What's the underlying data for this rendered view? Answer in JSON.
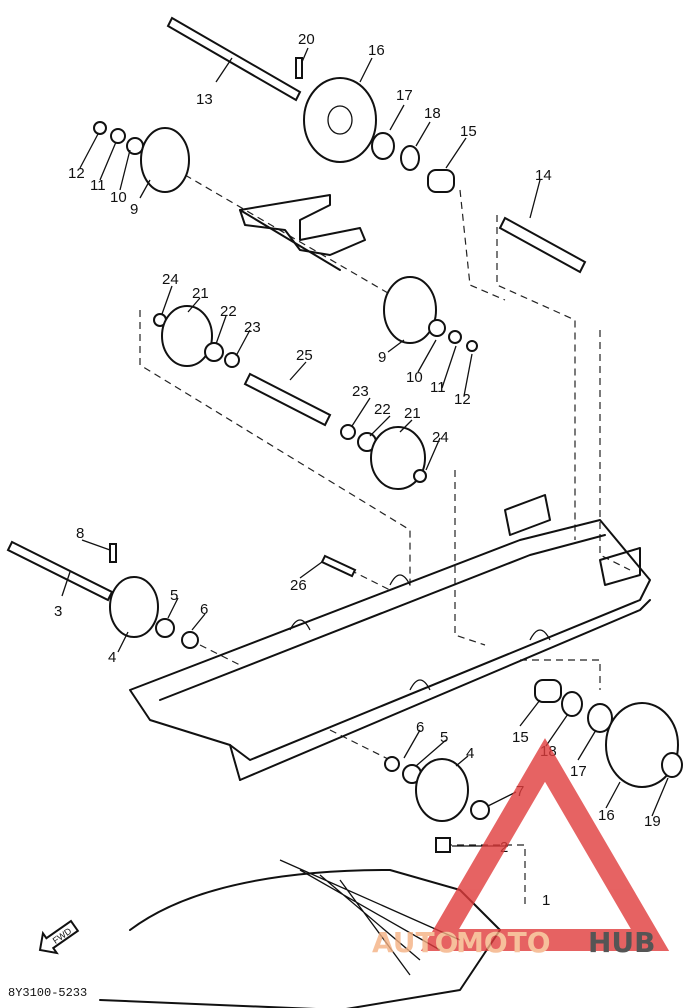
{
  "diagram": {
    "part_numbers": {
      "p1": "1",
      "p2": "2",
      "p3": "3",
      "p4a": "4",
      "p4b": "4",
      "p5a": "5",
      "p5b": "5",
      "p6a": "6",
      "p6b": "6",
      "p7": "7",
      "p8": "8",
      "p9a": "9",
      "p9b": "9",
      "p10a": "10",
      "p10b": "10",
      "p11a": "11",
      "p11b": "11",
      "p12a": "12",
      "p12b": "12",
      "p13": "13",
      "p14": "14",
      "p15a": "15",
      "p15b": "15",
      "p16a": "16",
      "p16b": "16",
      "p17a": "17",
      "p17b": "17",
      "p18a": "18",
      "p18b": "18",
      "p19": "19",
      "p20": "20",
      "p21a": "21",
      "p21b": "21",
      "p22a": "22",
      "p22b": "22",
      "p23a": "23",
      "p23b": "23",
      "p24a": "24",
      "p24b": "24",
      "p25": "25",
      "p26": "26"
    },
    "fwd_label": "FWD",
    "drawing_code": "8Y3100-5233"
  },
  "watermark": {
    "part1": "AUTO",
    "part2": "MOTO",
    "part3": "HUB",
    "color_light": "#f4b183",
    "color_red": "#e03c3c",
    "color_dark": "#2b2b2b"
  }
}
